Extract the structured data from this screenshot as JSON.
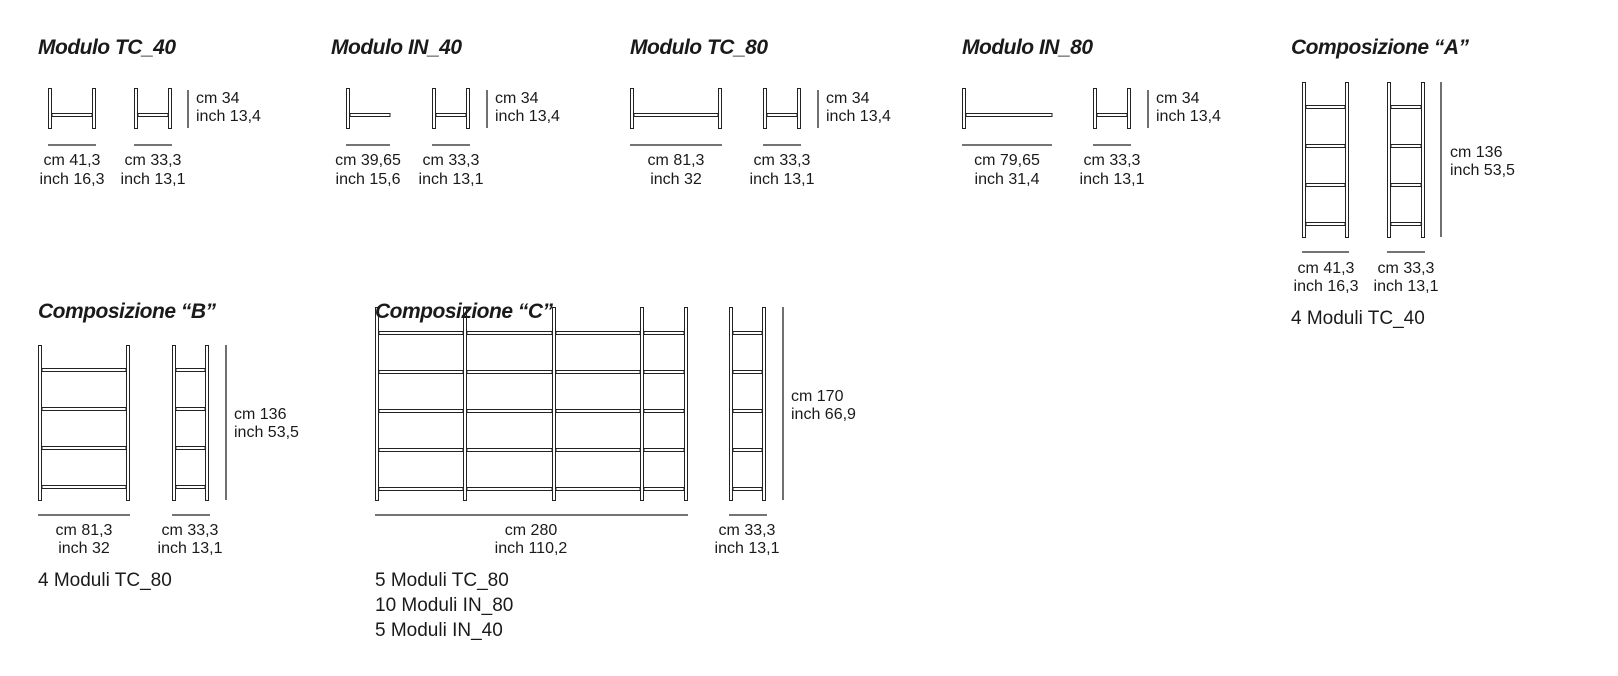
{
  "modules": [
    {
      "title": "Modulo TC_40",
      "height": [
        "cm 34",
        "inch 13,4"
      ],
      "width_front": [
        "cm 41,3",
        "inch 16,3"
      ],
      "width_side": [
        "cm 33,3",
        "inch 13,1"
      ]
    },
    {
      "title": "Modulo  IN_40",
      "height": [
        "cm 34",
        "inch 13,4"
      ],
      "width_front": [
        "cm 39,65",
        "inch 15,6"
      ],
      "width_side": [
        "cm 33,3",
        "inch 13,1"
      ]
    },
    {
      "title": "Modulo TC_80",
      "height": [
        "cm 34",
        "inch 13,4"
      ],
      "width_front": [
        "cm 81,3",
        "inch 32"
      ],
      "width_side": [
        "cm 33,3",
        "inch 13,1"
      ]
    },
    {
      "title": "Modulo  IN_80",
      "height": [
        "cm 34",
        "inch 13,4"
      ],
      "width_front": [
        "cm 79,65",
        "inch 31,4"
      ],
      "width_side": [
        "cm 33,3",
        "inch 13,1"
      ]
    }
  ],
  "compositions": [
    {
      "title": "Composizione  “A”",
      "height": [
        "cm 136",
        "inch 53,5"
      ],
      "width_front": [
        "cm 41,3",
        "inch 16,3"
      ],
      "width_side": [
        "cm 33,3",
        "inch 13,1"
      ],
      "contents": [
        "4 Moduli TC_40"
      ]
    },
    {
      "title": "Composizione  “B”",
      "height": [
        "cm 136",
        "inch 53,5"
      ],
      "width_front": [
        "cm 81,3",
        "inch 32"
      ],
      "width_side": [
        "cm 33,3",
        "inch 13,1"
      ],
      "contents": [
        "4 Moduli TC_80"
      ]
    },
    {
      "title": "Composizione  “C”",
      "height": [
        "cm 170",
        "inch 66,9"
      ],
      "width_front": [
        "cm 280",
        "inch 110,2"
      ],
      "width_side": [
        "cm 33,3",
        "inch 13,1"
      ],
      "contents": [
        "5 Moduli TC_80",
        "10 Moduli IN_80",
        "5 Moduli IN_40"
      ]
    }
  ]
}
